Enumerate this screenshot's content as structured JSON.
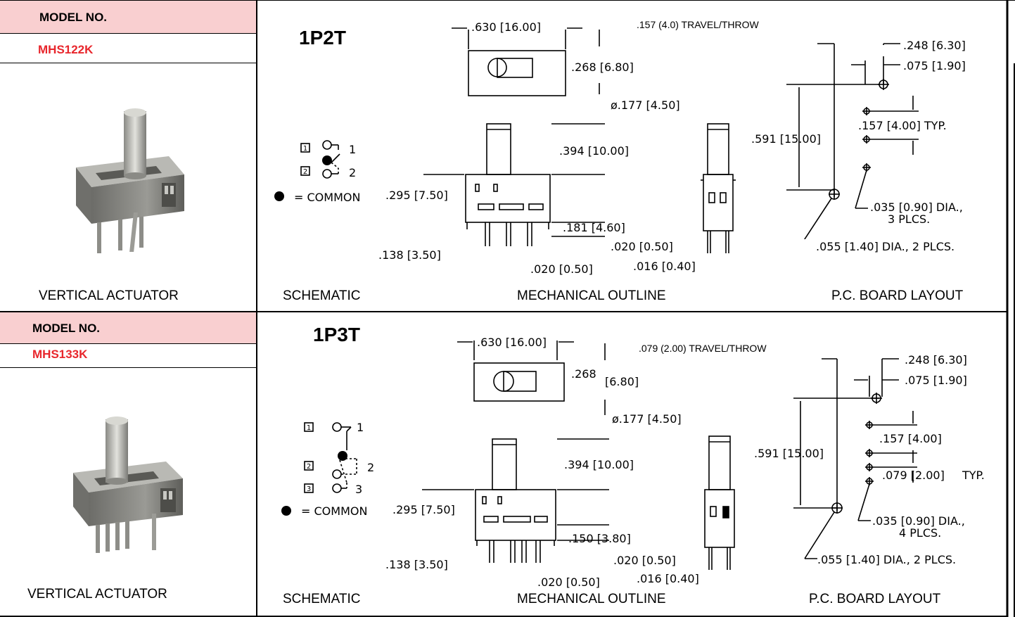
{
  "panels": [
    {
      "model_header": "MODEL NO.",
      "model_number": "MHS122K",
      "actuator_caption": "VERTICAL ACTUATOR",
      "pole_type": "1P2T",
      "travel_note": ".157 (4.0) TRAVEL/THROW",
      "schematic_caption": "SCHEMATIC",
      "mechanical_caption": "MECHANICAL OUTLINE",
      "pcb_caption": "P.C. BOARD LAYOUT",
      "schematic": {
        "terminals": [
          "1",
          "2"
        ],
        "common_label": "= COMMON"
      },
      "dims": {
        "width": ".630 [16.00]",
        "body_depth": ".268 [6.80]",
        "actuator_dia": "ø.177 [4.50]",
        "actuator_height": ".394 [10.00]",
        "body_height": ".295 [7.50]",
        "pin_length": ".181 [4.60]",
        "pin_offset": ".138 [3.50]",
        "pin_width": ".020 [0.50]",
        "pin_width_side": ".020 [0.50]",
        "pin_thickness": ".016 [0.40]"
      },
      "pcb": {
        "spacing_a": ".248 [6.30]",
        "spacing_b": ".075 [1.90]",
        "pitch": ".157 [4.00] TYP.",
        "overall": ".591 [15.00]",
        "small_holes_line1": ".035 [0.90] DIA.,",
        "small_holes_line2": "3 PLCS.",
        "large_holes": ".055 [1.40] DIA., 2 PLCS."
      }
    },
    {
      "model_header": "MODEL NO.",
      "model_number": "MHS133K",
      "actuator_caption": "VERTICAL ACTUATOR",
      "pole_type": "1P3T",
      "travel_note": ".079 (2.00) TRAVEL/THROW",
      "schematic_caption": "SCHEMATIC",
      "mechanical_caption": "MECHANICAL OUTLINE",
      "pcb_caption": "P.C. BOARD LAYOUT",
      "schematic": {
        "terminals": [
          "1",
          "2",
          "3"
        ],
        "common_label": "= COMMON"
      },
      "dims": {
        "width": ".630 [16.00]",
        "body_depth_value": ".268",
        "body_depth_metric": "[6.80]",
        "actuator_dia": "ø.177 [4.50]",
        "actuator_height": ".394 [10.00]",
        "body_height": ".295 [7.50]",
        "pin_length": ".150 [3.80]",
        "pin_offset": ".138 [3.50]",
        "pin_width": ".020 [0.50]",
        "pin_width_side": ".020 [0.50]",
        "pin_thickness": ".016 [0.40]"
      },
      "pcb": {
        "spacing_a": ".248 [6.30]",
        "spacing_b": ".075 [1.90]",
        "pitch_a": ".157 [4.00]",
        "pitch_b": ".079 [2.00]",
        "pitch_suffix": "TYP.",
        "overall": ".591 [15.00]",
        "small_holes_line1": ".035 [0.90] DIA.,",
        "small_holes_line2": "4 PLCS.",
        "large_holes": ".055 [1.40] DIA., 2 PLCS."
      }
    }
  ],
  "colors": {
    "header_bg": "#f9cfd0",
    "model_red": "#e8262c"
  }
}
